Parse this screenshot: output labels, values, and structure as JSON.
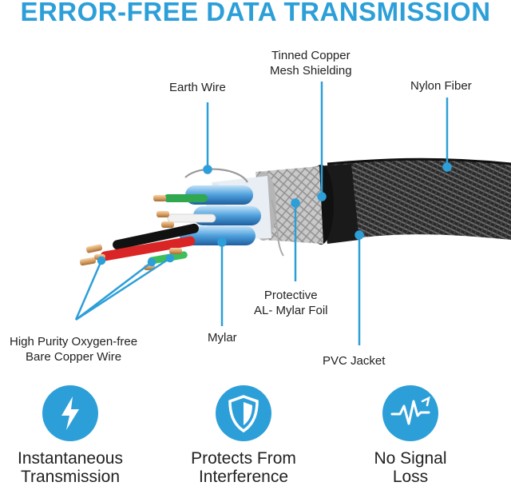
{
  "title": "ERROR-FREE DATA TRANSMISSION",
  "labels": {
    "earth_wire": "Earth Wire",
    "tinned_copper": [
      "Tinned Copper",
      "Mesh Shielding"
    ],
    "nylon_fiber": "Nylon Fiber",
    "protective_foil": [
      "Protective",
      "AL- Mylar Foil"
    ],
    "copper_wire": [
      "High Purity Oxygen-free",
      "Bare Copper Wire"
    ],
    "mylar": "Mylar",
    "pvc_jacket": "PVC Jacket"
  },
  "features": [
    {
      "icon": "lightning-bolt-icon",
      "lines": [
        "Instantaneous",
        "Transmission"
      ]
    },
    {
      "icon": "shield-icon",
      "lines": [
        "Protects From",
        "Interference"
      ]
    },
    {
      "icon": "signal-wave-icon",
      "lines": [
        "No Signal",
        "Loss"
      ]
    }
  ],
  "colors": {
    "accent": "#2d9fd8",
    "cable_jacket": "#1a1a1a",
    "copper": "#d9a066"
  }
}
